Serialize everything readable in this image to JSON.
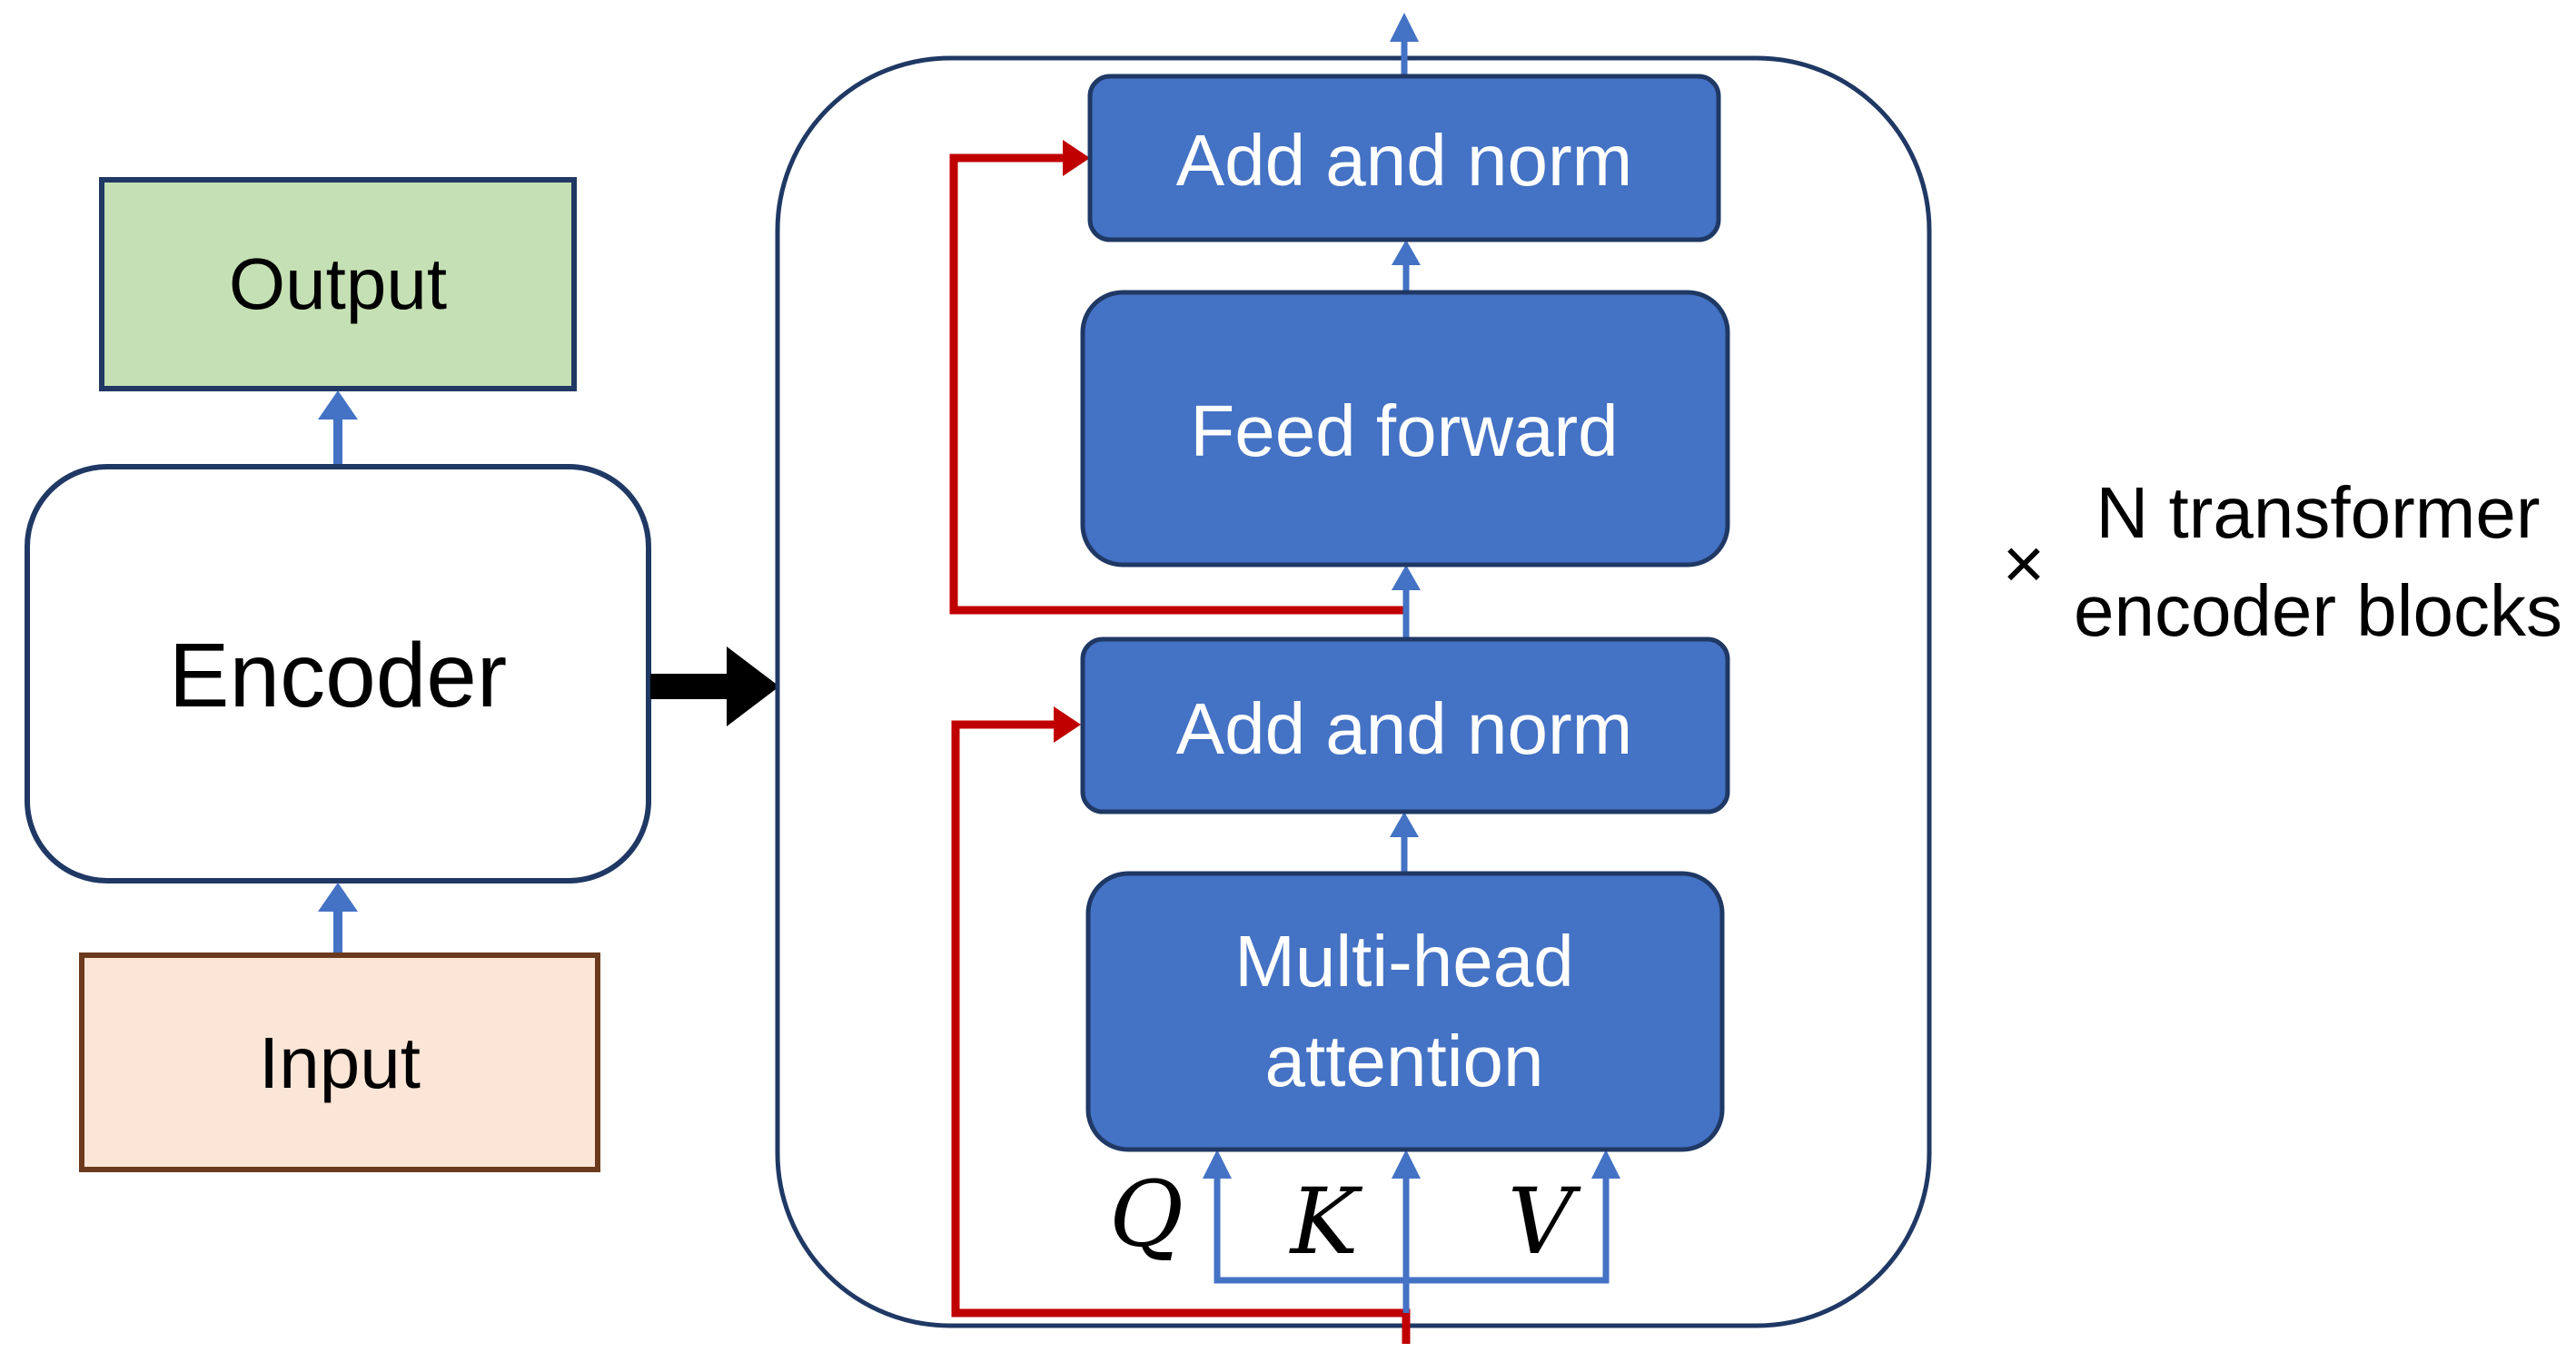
{
  "left": {
    "output_label": "Output",
    "encoder_label": "Encoder",
    "input_label": "Input"
  },
  "block": {
    "add_norm_top": "Add and norm",
    "feed_forward": "Feed forward",
    "add_norm_bottom": "Add and norm",
    "attention_line1": "Multi-head",
    "attention_line2": "attention",
    "q": "Q",
    "k": "K",
    "v": "V"
  },
  "repeat": {
    "symbol": "×",
    "line1": "N transformer",
    "line2": "encoder blocks"
  },
  "colors": {
    "block_fill": "#4472C4",
    "block_border": "#1F3864",
    "arrow_blue": "#4472C4",
    "residual_red": "#C00000",
    "output_fill": "#C5E0B4",
    "output_border": "#1F3864",
    "input_fill": "#FBE5D6",
    "input_border": "#6B3A1E",
    "encoder_border": "#1F3864",
    "black": "#000000"
  }
}
